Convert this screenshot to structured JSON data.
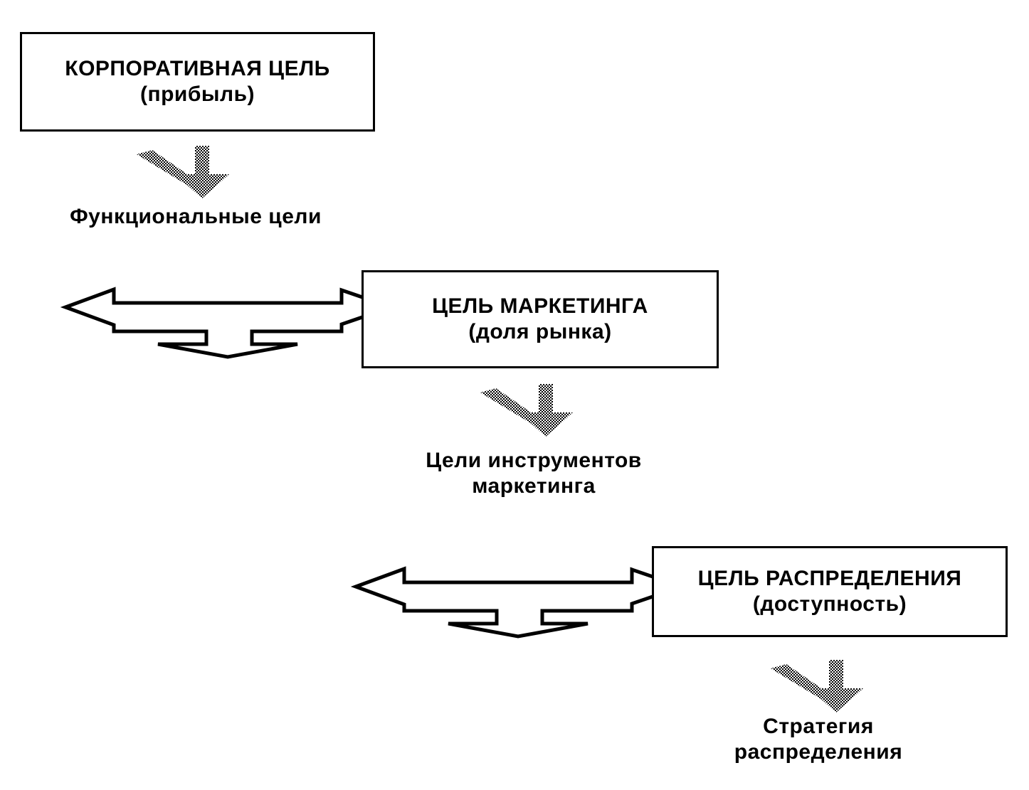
{
  "boxes": {
    "corporate": {
      "title": "КОРПОРАТИВНАЯ ЦЕЛЬ",
      "subtitle": "(прибыль)"
    },
    "marketing": {
      "title": "ЦЕЛЬ МАРКЕТИНГА",
      "subtitle": "(доля рынка)"
    },
    "distribution": {
      "title": "ЦЕЛЬ РАСПРЕДЕЛЕНИЯ",
      "subtitle": "(доступность)"
    }
  },
  "labels": {
    "functional_goals": "Функциональные цели",
    "instrument_goals_line1": "Цели инструментов",
    "instrument_goals_line2": "маркетинга",
    "distribution_strategy_line1": "Стратегия",
    "distribution_strategy_line2": "распределения"
  },
  "icons": {
    "down_arrow": "shaded-down-arrow-icon",
    "split_arrow": "three-way-outline-arrow-icon"
  }
}
